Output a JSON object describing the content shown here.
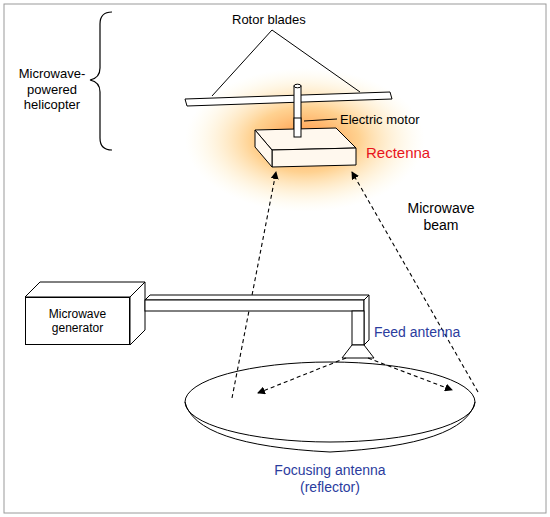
{
  "diagram": {
    "nodes": [
      {
        "text": [
          "Microwave generator"
        ]
      }
    ],
    "labels": [
      "Rotor blades",
      "Microwave-powered helicopter",
      "Electric motor",
      "Rectenna",
      "Microwave beam",
      "Feed antenna",
      "Focusing antenna (reflector)"
    ]
  }
}
